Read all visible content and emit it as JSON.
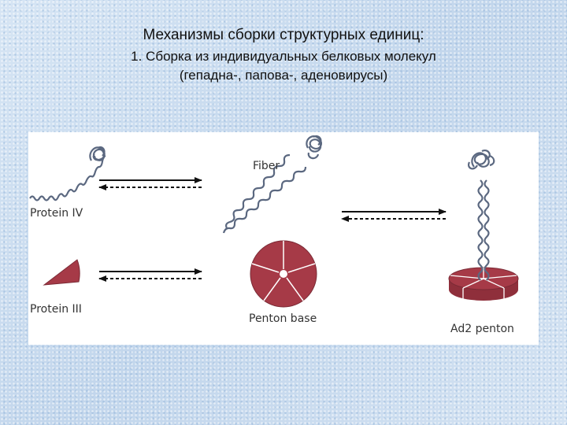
{
  "slide": {
    "title_line1": "Механизмы сборки структурных единиц:",
    "title_line2": "1. Сборка из индивидуальных белковых молекул",
    "title_line3": "(гепадна-, папова-, аденовирусы)"
  },
  "diagram": {
    "labels": {
      "protein_iv": "Protein  IV",
      "protein_iii": "Protein  III",
      "fiber": "Fiber",
      "penton_base": "Penton  base",
      "ad2_penton": "Ad2  penton"
    },
    "colors": {
      "protein_fill": "#a63a47",
      "chain_stroke": "#5b6880",
      "arrow": "#111111"
    }
  }
}
